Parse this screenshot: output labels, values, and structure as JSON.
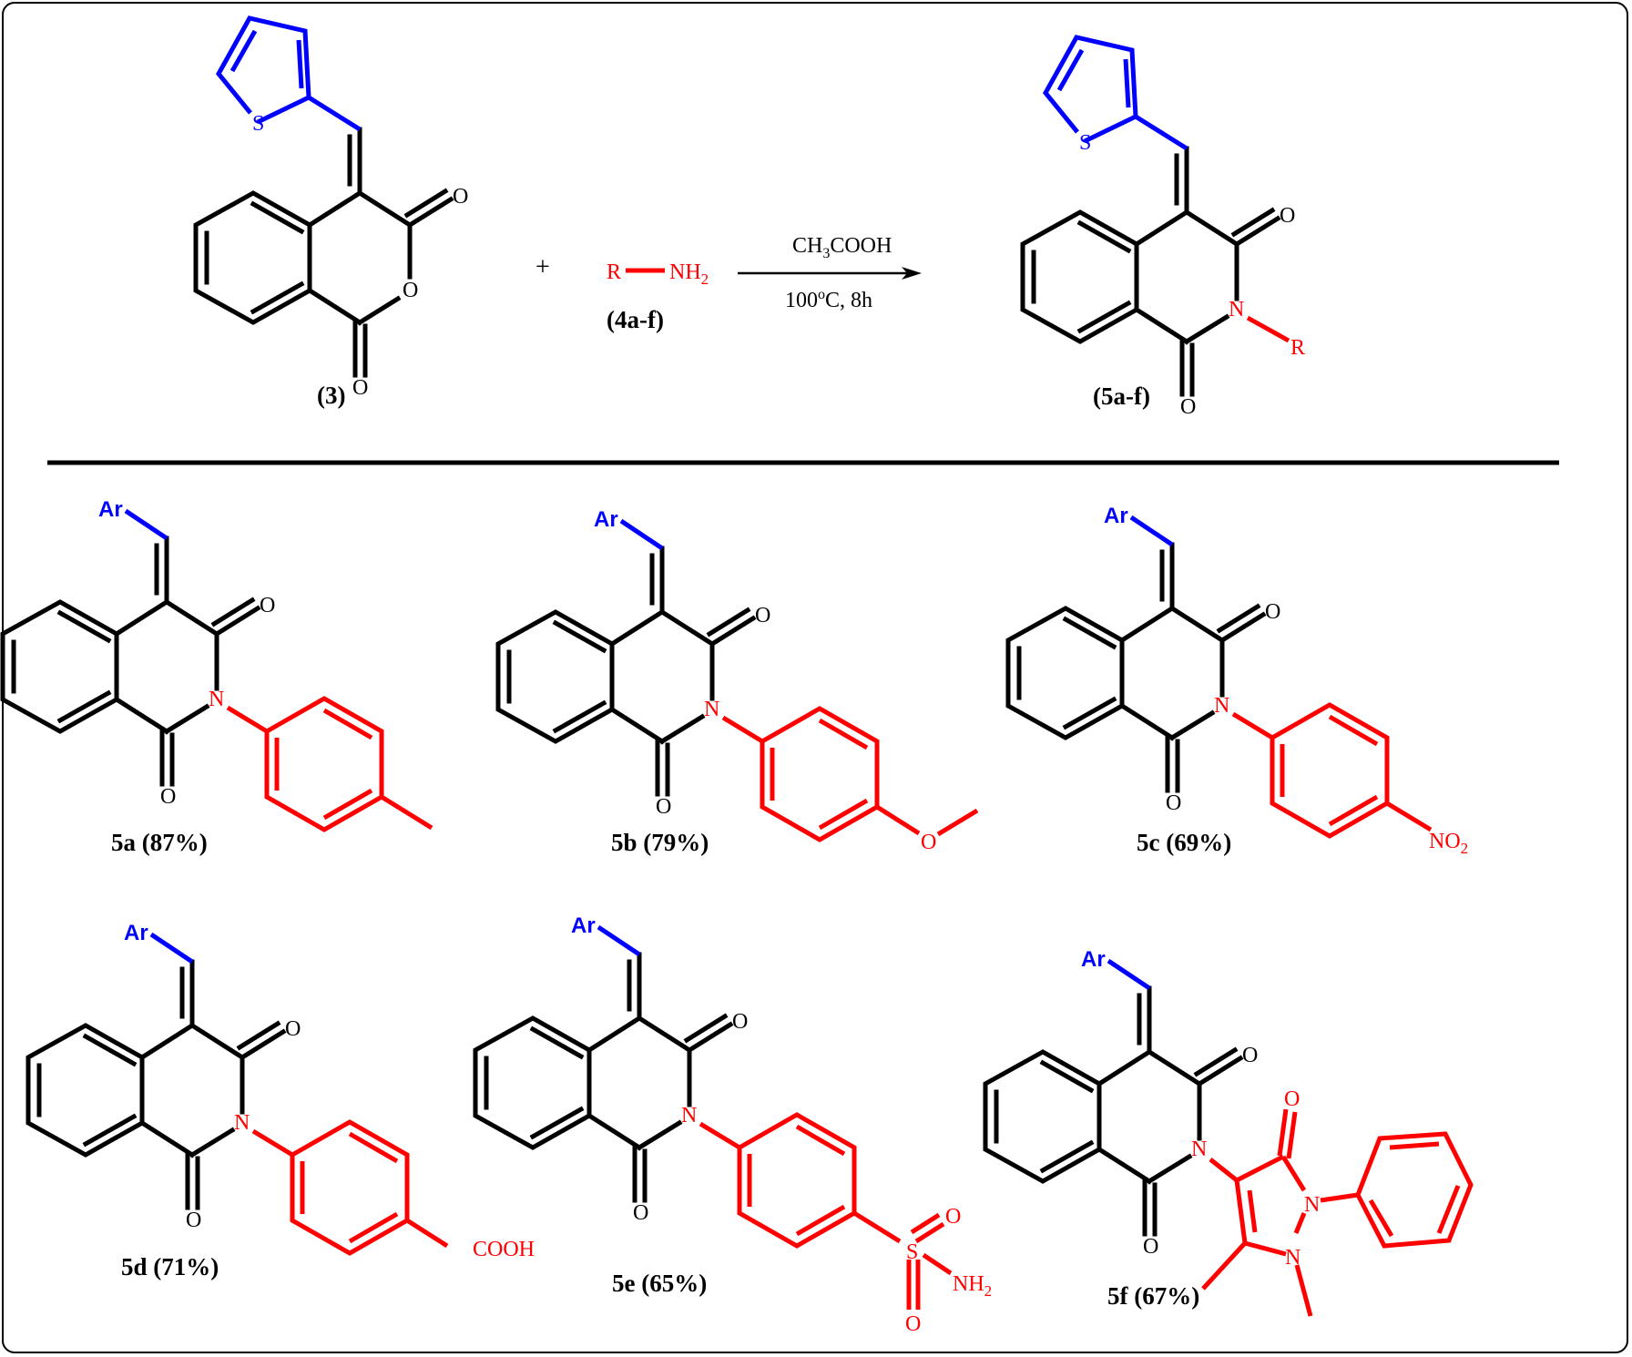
{
  "scheme": {
    "reactant_1": {
      "label": "(3)",
      "substituent_atom": "S",
      "ring_O": "O",
      "carbonyl_O_top": "O",
      "carbonyl_O_bottom": "O"
    },
    "plus_sign": "+",
    "reactant_2": {
      "label": "(4a-f)",
      "R": "R",
      "amine": "NH",
      "amine_sub": "2"
    },
    "arrow": {
      "reagent_main": "CH",
      "reagent_sub": "3",
      "reagent_rest": "COOH",
      "condition_temp": "100",
      "condition_deg": "o",
      "condition_rest": "C, 8h"
    },
    "product": {
      "label": "(5a-f)",
      "S": "S",
      "N": "N",
      "R": "R",
      "O_top": "O",
      "O_bottom": "O"
    }
  },
  "compounds": [
    {
      "id": "5a",
      "label": "5a (87%)",
      "yield_pct": 87,
      "substituent": "4-methylphenyl",
      "ar": "Ar",
      "N": "N",
      "O1": "O",
      "O2": "O"
    },
    {
      "id": "5b",
      "label": "5b (79%)",
      "yield_pct": 79,
      "substituent": "4-methoxyphenyl",
      "ar": "Ar",
      "N": "N",
      "O1": "O",
      "O2": "O",
      "OMe_O": "O"
    },
    {
      "id": "5c",
      "label": "5c (69%)",
      "yield_pct": 69,
      "substituent": "4-nitrophenyl",
      "ar": "Ar",
      "N": "N",
      "O1": "O",
      "O2": "O",
      "NO2_main": "NO",
      "NO2_sub": "2"
    },
    {
      "id": "5d",
      "label": "5d (71%)",
      "yield_pct": 71,
      "substituent": "4-carboxyphenyl",
      "ar": "Ar",
      "N": "N",
      "O1": "O",
      "O2": "O",
      "group": "COOH"
    },
    {
      "id": "5e",
      "label": "5e (65%)",
      "yield_pct": 65,
      "substituent": "4-sulfamoylphenyl",
      "ar": "Ar",
      "N": "N",
      "O1": "O",
      "O2": "O",
      "S": "S",
      "SO_top": "O",
      "SO_bottom": "O",
      "NH2_main": "NH",
      "NH2_sub": "2"
    },
    {
      "id": "5f",
      "label": "5f (67%)",
      "yield_pct": 67,
      "substituent": "antipyrinyl (1,5-dimethyl-3-oxo-2-phenylpyrazol-4-yl)",
      "ar": "Ar",
      "N": "N",
      "O1": "O",
      "O2": "O",
      "pz_O": "O",
      "pz_N1": "N",
      "pz_N2": "N"
    }
  ],
  "colors": {
    "core": "#000000",
    "aryl": "#0000ff",
    "substituent": "#ff0000"
  }
}
